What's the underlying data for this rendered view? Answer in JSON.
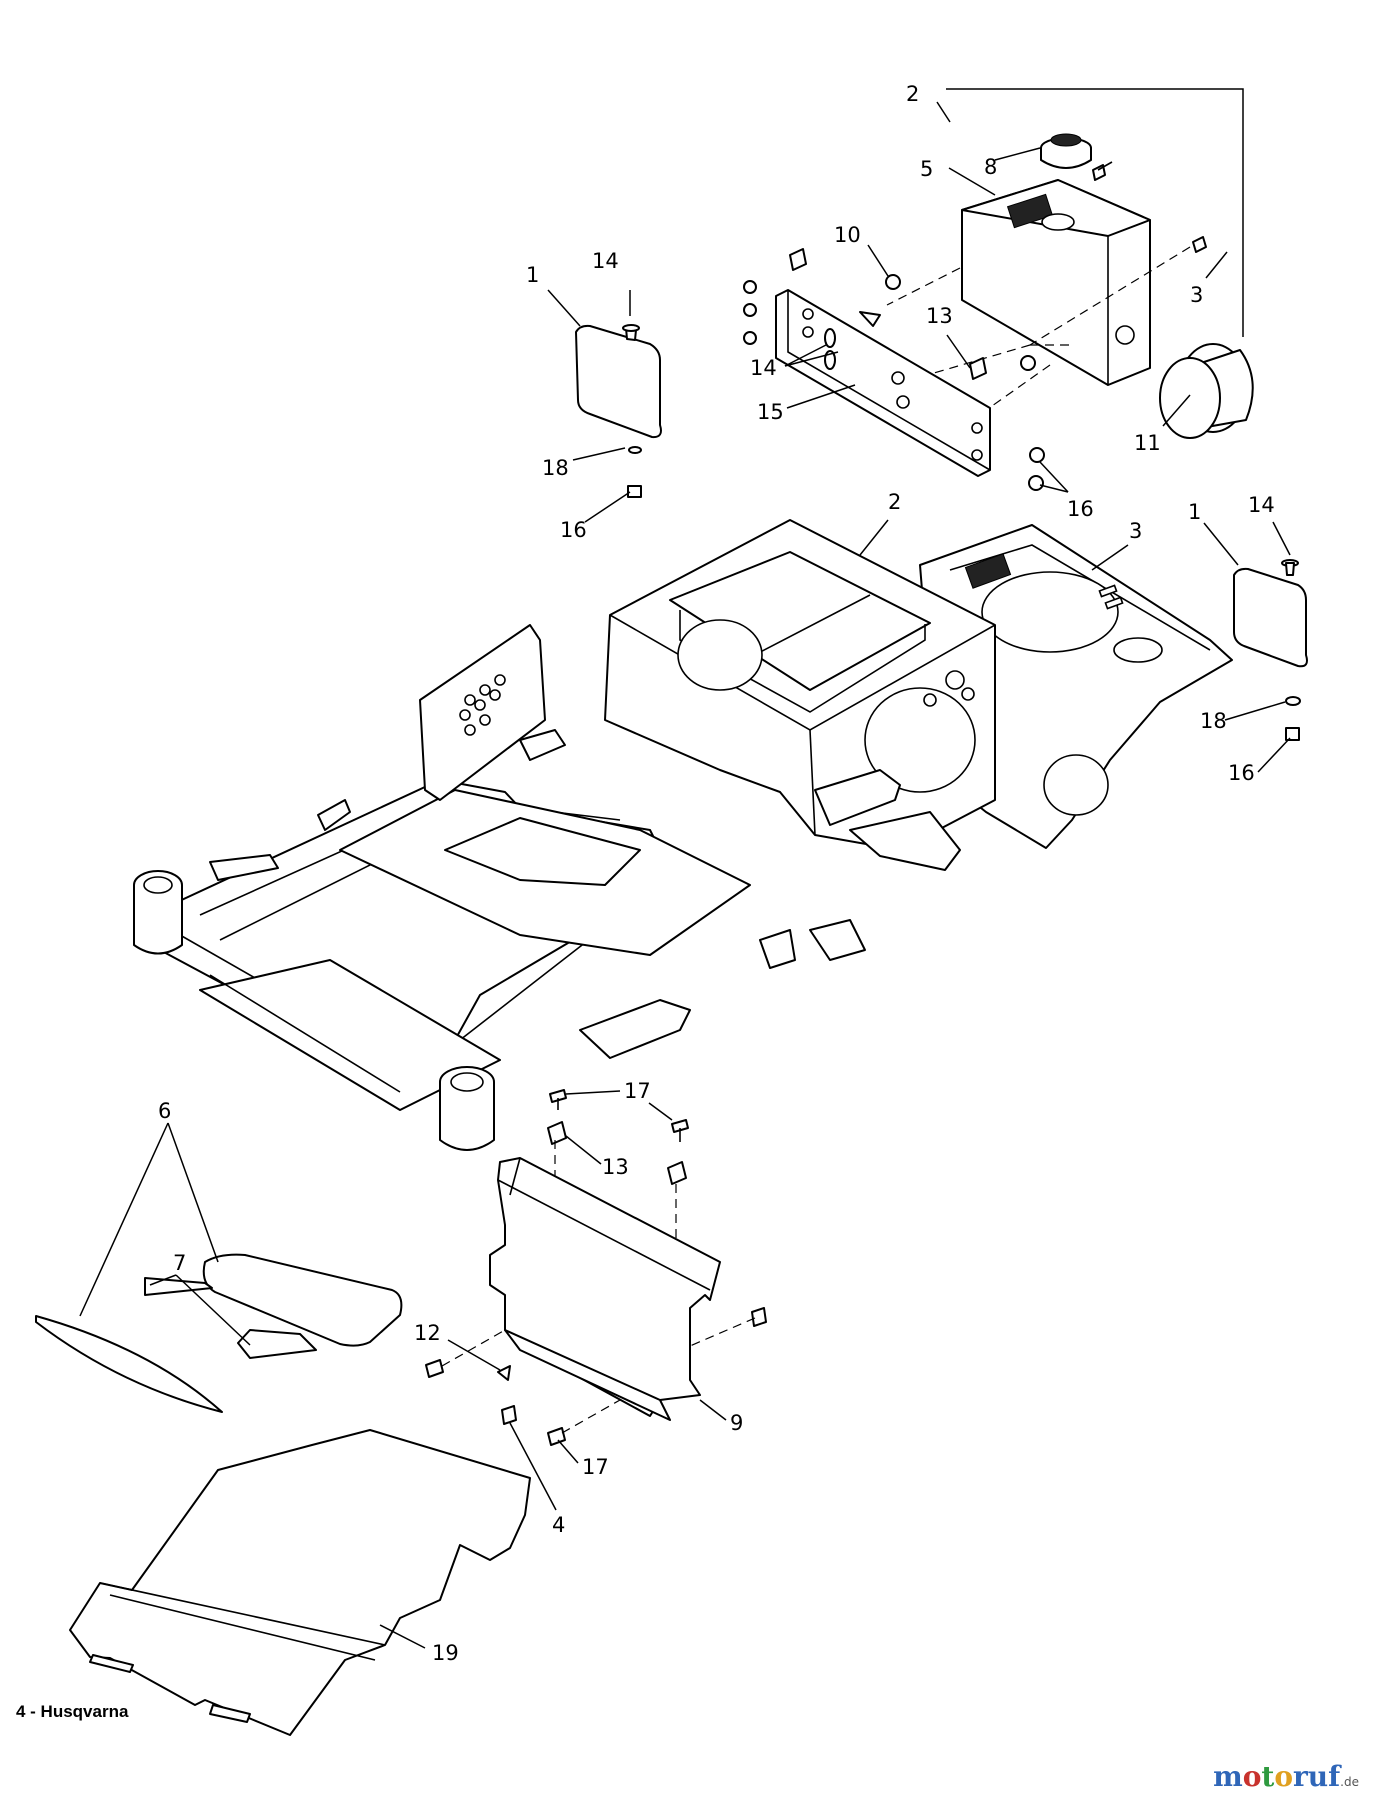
{
  "diagram": {
    "callouts": [
      {
        "id": "c2a",
        "text": "2"
      },
      {
        "id": "c8",
        "text": "8"
      },
      {
        "id": "c5",
        "text": "5"
      },
      {
        "id": "c10",
        "text": "10"
      },
      {
        "id": "c3a",
        "text": "3"
      },
      {
        "id": "c14a",
        "text": "14"
      },
      {
        "id": "c1a",
        "text": "1"
      },
      {
        "id": "c13a",
        "text": "13"
      },
      {
        "id": "c14b",
        "text": "14"
      },
      {
        "id": "c15",
        "text": "15"
      },
      {
        "id": "c11",
        "text": "11"
      },
      {
        "id": "c18a",
        "text": "18"
      },
      {
        "id": "c16a",
        "text": "16"
      },
      {
        "id": "c16b",
        "text": "16"
      },
      {
        "id": "c2b",
        "text": "2"
      },
      {
        "id": "c3b",
        "text": "3"
      },
      {
        "id": "c1b",
        "text": "1"
      },
      {
        "id": "c14c",
        "text": "14"
      },
      {
        "id": "c18b",
        "text": "18"
      },
      {
        "id": "c16c",
        "text": "16"
      },
      {
        "id": "c17a",
        "text": "17"
      },
      {
        "id": "c6",
        "text": "6"
      },
      {
        "id": "c13b",
        "text": "13"
      },
      {
        "id": "c7",
        "text": "7"
      },
      {
        "id": "c12",
        "text": "12"
      },
      {
        "id": "c9",
        "text": "9"
      },
      {
        "id": "c17b",
        "text": "17"
      },
      {
        "id": "c4",
        "text": "4"
      },
      {
        "id": "c19",
        "text": "19"
      }
    ]
  },
  "footer": {
    "page_label": "4 - Husqvarna"
  },
  "watermark": {
    "parts": [
      "m",
      "o",
      "t",
      "o",
      "ruf"
    ],
    "tld": ".de"
  }
}
